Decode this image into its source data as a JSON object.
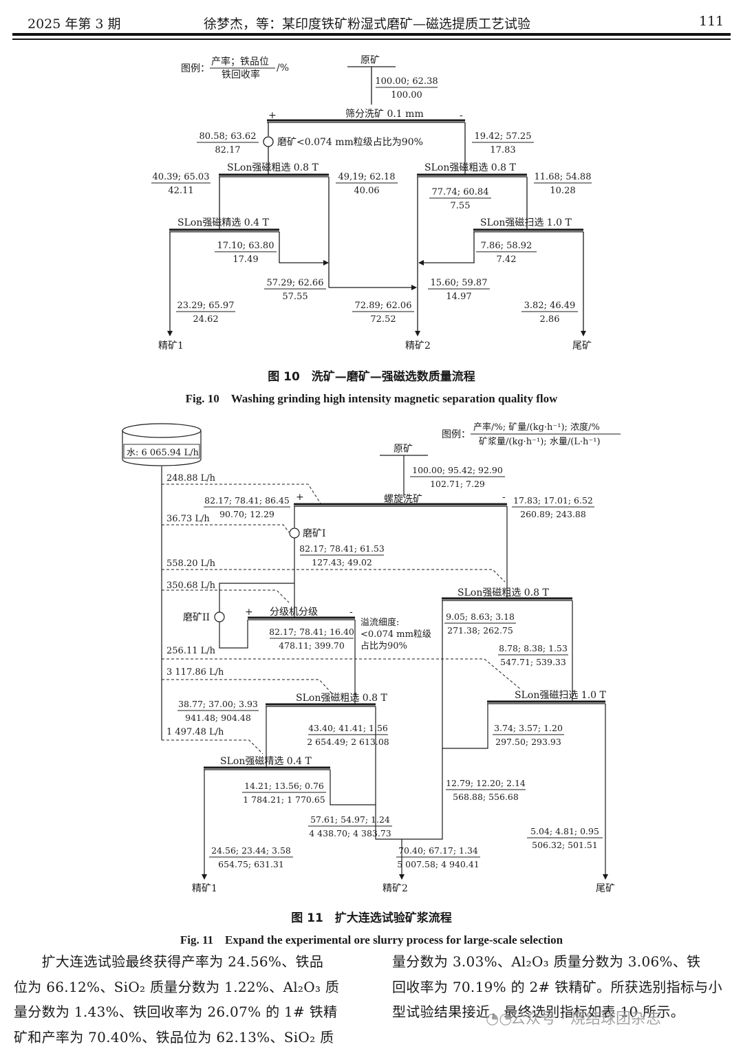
{
  "header": {
    "issue": "2025 年第 3 期",
    "title": "徐梦杰，等：某印度铁矿粉湿式磨矿—磁选提质工艺试验",
    "page": "111"
  },
  "fig10": {
    "legend_prefix": "图例：",
    "legend_top": "产率；铁品位",
    "legend_bottom": "铁回收率",
    "legend_unit": "/%",
    "nodes": {
      "feed": "原矿",
      "screen": "筛分洗矿 0.1 mm",
      "grind": "磨矿<0.074 mm粒级占比为90%",
      "rough_left": "SLon强磁粗选  0.8 T",
      "rough_right": "SLon强磁粗选  0.8 T",
      "clean": "SLon强磁精选  0.4 T",
      "scav": "SLon强磁扫选  1.0 T",
      "conc1": "精矿1",
      "conc2": "精矿2",
      "tail": "尾矿",
      "plus": "+",
      "minus": "-"
    },
    "data": [
      {
        "id": "feed",
        "top": "100.00; 62.38",
        "bottom": "100.00"
      },
      {
        "id": "screen_plus",
        "top": "80.58; 63.62",
        "bottom": "82.17"
      },
      {
        "id": "screen_minus",
        "top": "19.42; 57.25",
        "bottom": "17.83"
      },
      {
        "id": "rl_mag",
        "top": "40.39; 65.03",
        "bottom": "42.11"
      },
      {
        "id": "rl_non",
        "top": "49,19; 62.18",
        "bottom": "40.06"
      },
      {
        "id": "rr_mag",
        "top": "77.74; 60.84",
        "bottom": "7.55"
      },
      {
        "id": "rr_non",
        "top": "11.68; 54.88",
        "bottom": "10.28"
      },
      {
        "id": "clean_non",
        "top": "17.10; 63.80",
        "bottom": "17.49"
      },
      {
        "id": "scav_mag",
        "top": "7.86; 58.92",
        "bottom": "7.42"
      },
      {
        "id": "mid_left",
        "top": "57.29; 62.66",
        "bottom": "57.55"
      },
      {
        "id": "mid_right",
        "top": "15.60; 59.87",
        "bottom": "14.97"
      },
      {
        "id": "conc1",
        "top": "23.29; 65.97",
        "bottom": "24.62"
      },
      {
        "id": "conc2",
        "top": "72.89; 62.06",
        "bottom": "72.52"
      },
      {
        "id": "tail",
        "top": "3.82; 46.49",
        "bottom": "2.86"
      }
    ],
    "caption_zh": "图 10　洗矿—磨矿—强磁选数质量流程",
    "caption_en": "Fig. 10　Washing grinding high intensity magnetic separation quality flow"
  },
  "fig11": {
    "water_tank": "水: 6 065.94 L/h",
    "legend_prefix": "图例：",
    "legend_top": "产率/%; 矿量/(kg·h⁻¹); 浓度/%",
    "legend_bottom": "矿浆量/(kg·h⁻¹); 水量/(L·h⁻¹)",
    "nodes": {
      "feed": "原矿",
      "spiral": "螺旋洗矿",
      "mill1": "磨矿I",
      "mill2": "磨矿II",
      "classifier": "分级机分级",
      "overflow": [
        "溢流细度:",
        "<0.074 mm粒级",
        "占比为90%"
      ],
      "rough_right": "SLon强磁粗选  0.8 T",
      "scav": "SLon强磁扫选  1.0 T",
      "rough_left": "SLon强磁粗选  0.8 T",
      "clean": "SLon强磁精选  0.4 T",
      "conc1": "精矿1",
      "conc2": "精矿2",
      "tail": "尾矿",
      "plus": "+",
      "minus": "-"
    },
    "water": [
      "248.88 L/h",
      "36.73 L/h",
      "558.20 L/h",
      "350.68 L/h",
      "256.11 L/h",
      "3 117.86 L/h",
      "1 497.48 L/h"
    ],
    "data": [
      {
        "id": "feed",
        "top": "100.00; 95.42; 92.90",
        "bottom": "102.71; 7.29"
      },
      {
        "id": "spiral_plus",
        "top": "82.17; 78.41; 86.45",
        "bottom": "90.70; 12.29"
      },
      {
        "id": "spiral_minus",
        "top": "17.83; 17.01; 6.52",
        "bottom": "260.89; 243.88"
      },
      {
        "id": "mill1",
        "top": "82.17; 78.41; 61.53",
        "bottom": "127.43; 49.02"
      },
      {
        "id": "rr_mag",
        "top": "9.05; 8.63; 3.18",
        "bottom": "271.38; 262.75"
      },
      {
        "id": "rr_non",
        "top": "8.78; 8.38; 1.53",
        "bottom": "547.71; 539.33"
      },
      {
        "id": "class_over",
        "top": "82.17; 78.41; 16.40",
        "bottom": "478.11; 399.70"
      },
      {
        "id": "rl_mag",
        "top": "38.77; 37.00; 3.93",
        "bottom": "941.48; 904.48"
      },
      {
        "id": "rl_non",
        "top": "43.40; 41.41; 1.56",
        "bottom": "2 654.49; 2 613.08"
      },
      {
        "id": "scav_mag",
        "top": "3.74; 3.57; 1.20",
        "bottom": "297.50; 293.93"
      },
      {
        "id": "clean_non",
        "top": "14.21; 13.56; 0.76",
        "bottom": "1 784.21; 1 770.65"
      },
      {
        "id": "mid_right",
        "top": "12.79; 12.20; 2.14",
        "bottom": "568.88; 556.68"
      },
      {
        "id": "mid_left",
        "top": "57.61; 54.97; 1.24",
        "bottom": "4 438.70; 4 383.73"
      },
      {
        "id": "tail",
        "top": "5.04; 4.81; 0.95",
        "bottom": "506.32; 501.51"
      },
      {
        "id": "conc1",
        "top": "24.56; 23.44; 3.58",
        "bottom": "654.75; 631.31"
      },
      {
        "id": "conc2",
        "top": "70.40; 67.17; 1.34",
        "bottom": "5 007.58; 4 940.41"
      }
    ],
    "caption_zh": "图 11　扩大连选试验矿浆流程",
    "caption_en": "Fig. 11　Expand the experimental ore slurry process for large-scale selection"
  },
  "body": {
    "left": [
      "　　扩大连选试验最终获得产率为 24.56%、铁品",
      "位为 66.12%、SiO₂ 质量分数为 1.22%、Al₂O₃ 质",
      "量分数为 1.43%、铁回收率为 26.07% 的 1# 铁精",
      "矿和产率为 70.40%、铁品位为 62.13%、SiO₂ 质"
    ],
    "right": [
      "量分数为 3.03%、Al₂O₃ 质量分数为 3.06%、铁",
      "回收率为 70.19% 的 2# 铁精矿。所获选别指标与小",
      "型试验结果接近，最终选别指标如表 10 所示。"
    ]
  },
  "watermark": "公众号 · 烧结球团杂志"
}
